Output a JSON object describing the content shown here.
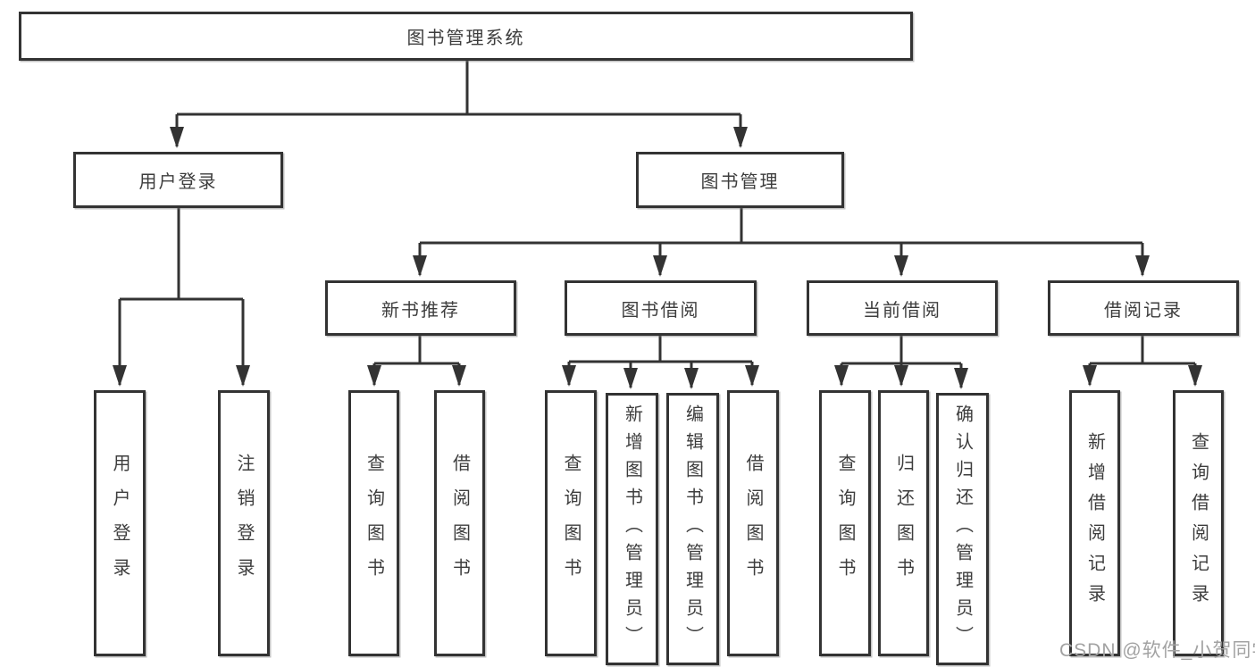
{
  "diagram": {
    "root": "图书管理系统",
    "user_login": {
      "label": "用户登录",
      "leaves": [
        "用户登录",
        "注销登录"
      ]
    },
    "book_management": {
      "label": "图书管理",
      "groups": [
        {
          "label": "新书推荐",
          "leaves": [
            "查询图书",
            "借阅图书"
          ]
        },
        {
          "label": "图书借阅",
          "leaves": [
            "查询图书",
            "新增图书（管理员）",
            "编辑图书（管理员）",
            "借阅图书"
          ]
        },
        {
          "label": "当前借阅",
          "leaves": [
            "查询图书",
            "归还图书",
            "确认归还（管理员）"
          ]
        },
        {
          "label": "借阅记录",
          "leaves": [
            "新增借阅记录",
            "查询借阅记录"
          ]
        }
      ]
    }
  },
  "watermark": "CSDN @软件_小贺同学",
  "colors": {
    "line": "#333333",
    "box_border": "#333333",
    "text": "#3d3d3d",
    "watermark": "#a2a2a2",
    "background": "#ffffff"
  }
}
